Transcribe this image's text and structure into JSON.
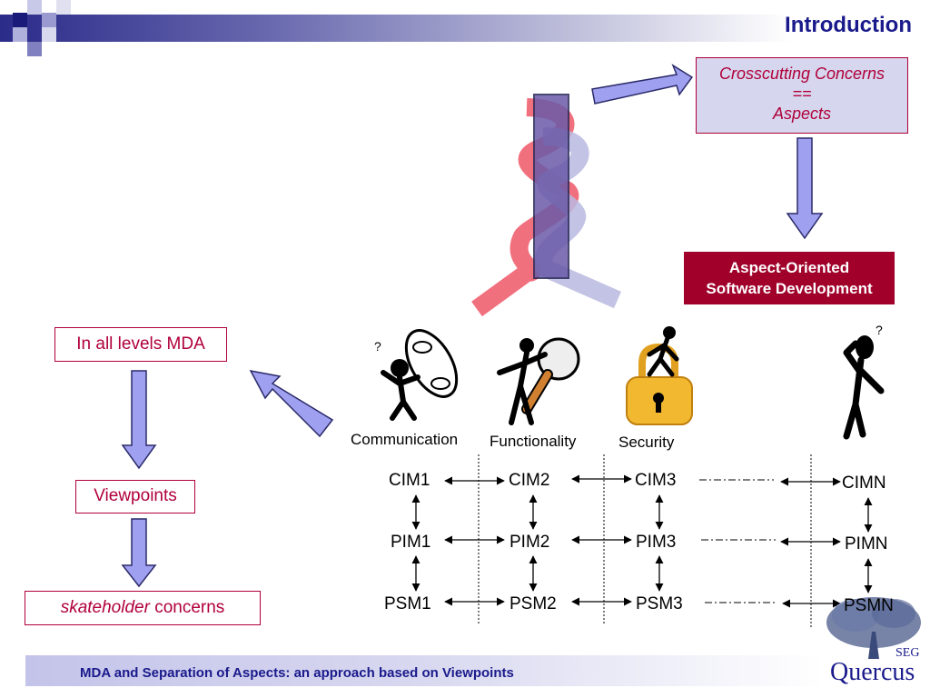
{
  "slide": {
    "title": "Introduction",
    "footer": "MDA and Separation of Aspects: an approach based on Viewpoints"
  },
  "concerns_box": {
    "line1": "Crosscutting Concerns",
    "line2": "==",
    "line3": "Aspects"
  },
  "aod_box": {
    "line1": "Aspect-Oriented",
    "line2": "Software Development"
  },
  "left_flow": {
    "levels": "In all levels MDA",
    "viewpoints": "Viewpoints",
    "stakeholder_italic": "skateholder",
    "stakeholder_rest": " concerns"
  },
  "figures": {
    "communication": "Communication",
    "functionality": "Functionality",
    "security": "Security"
  },
  "matrix": {
    "cim": [
      "CIM1",
      "CIM2",
      "CIM3",
      "CIMN"
    ],
    "pim": [
      "PIM1",
      "PIM2",
      "PIM3",
      "PIMN"
    ],
    "psm": [
      "PSM1",
      "PSM2",
      "PSM3",
      "PSMN"
    ]
  },
  "logo": {
    "org": "SEG",
    "name": "Quercus"
  },
  "colors": {
    "accent_red": "#b0003a",
    "aod_bg": "#a0002a",
    "arrow_fill": "#a0a0f0",
    "title_blue": "#1a1a8c"
  }
}
